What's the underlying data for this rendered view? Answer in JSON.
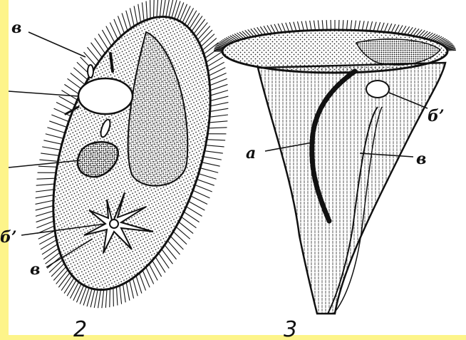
{
  "colors": {
    "background": "#ffffff",
    "accent_strip": "#fdf48a",
    "ink": "#111111"
  },
  "figures": [
    {
      "number": "2",
      "labels": {
        "top_left": "в",
        "bottom_left_1": "б’",
        "bottom_left_2": "в"
      }
    },
    {
      "number": "3",
      "labels": {
        "a": "а",
        "b": "б’",
        "c": "в"
      }
    }
  ]
}
